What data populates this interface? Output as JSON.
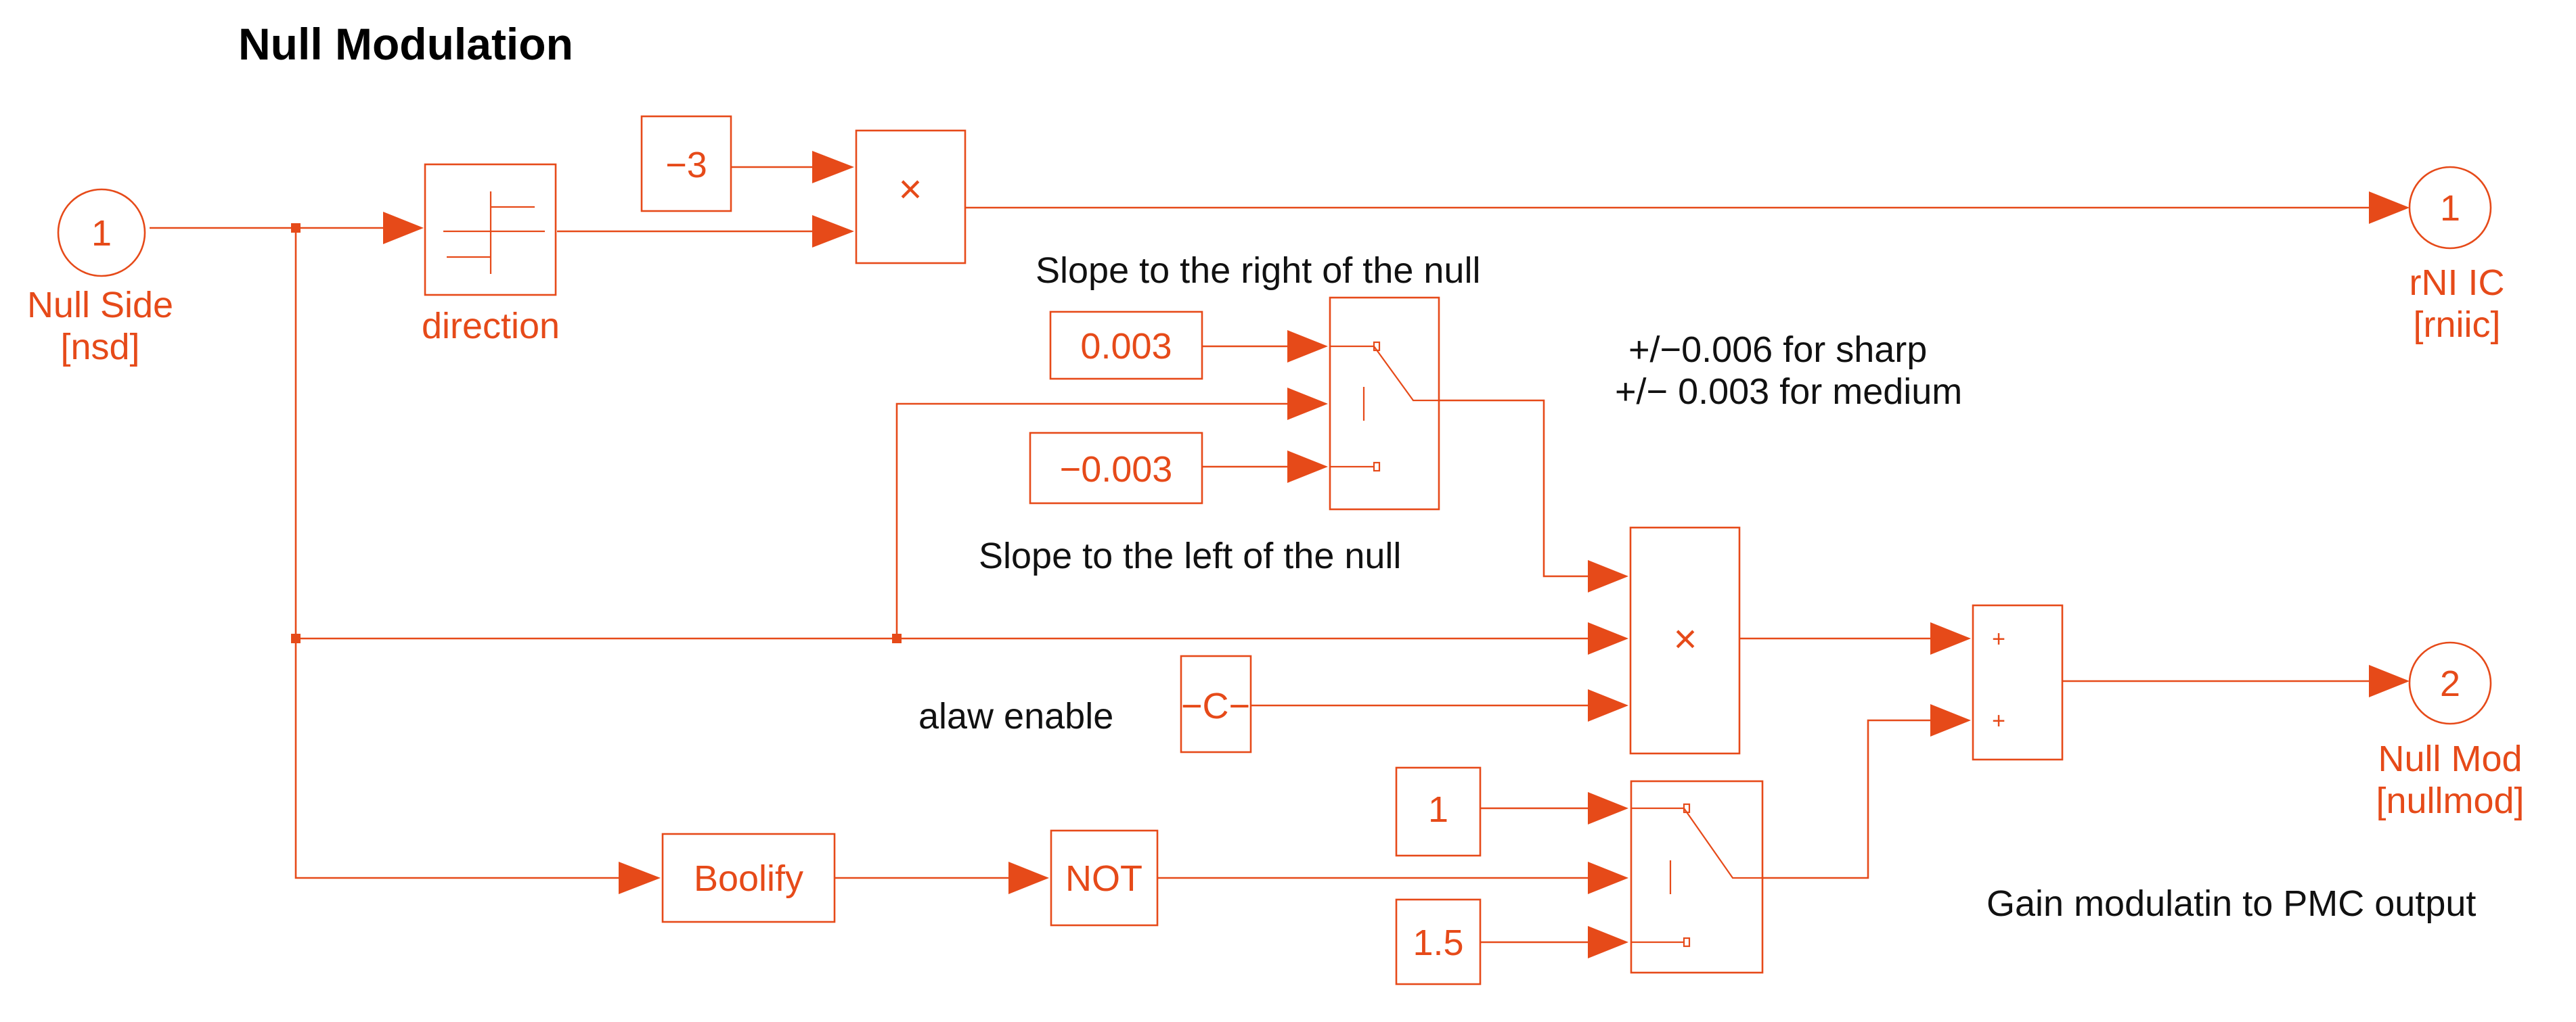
{
  "title": "Null Modulation",
  "colors": {
    "block": "#e64a19",
    "text": "#111111",
    "background": "#ffffff"
  },
  "ports": {
    "in1": {
      "number": "1",
      "label1": "Null Side",
      "label2": "[nsd]"
    },
    "out1": {
      "number": "1",
      "label1": "rNI IC",
      "label2": "[rniic]"
    },
    "out2": {
      "number": "2",
      "label1": "Null Mod",
      "label2": "[nullmod]"
    }
  },
  "blocks": {
    "direction": "direction",
    "const_neg3": "−3",
    "product_sym": "×",
    "const_0003": "0.003",
    "const_neg0003": "−0.003",
    "const_c": "−C−",
    "boolify": "Boolify",
    "not": "NOT",
    "const_1": "1",
    "const_1_5": "1.5",
    "sum_plus": "+"
  },
  "annotations": {
    "slope_right": "Slope to the right of the null",
    "slope_left": "Slope to the left of the null",
    "sharp": "+/−0.006 for sharp",
    "medium": "+/− 0.003 for medium",
    "alaw": "alaw enable",
    "gain": "Gain modulatin to PMC output"
  }
}
